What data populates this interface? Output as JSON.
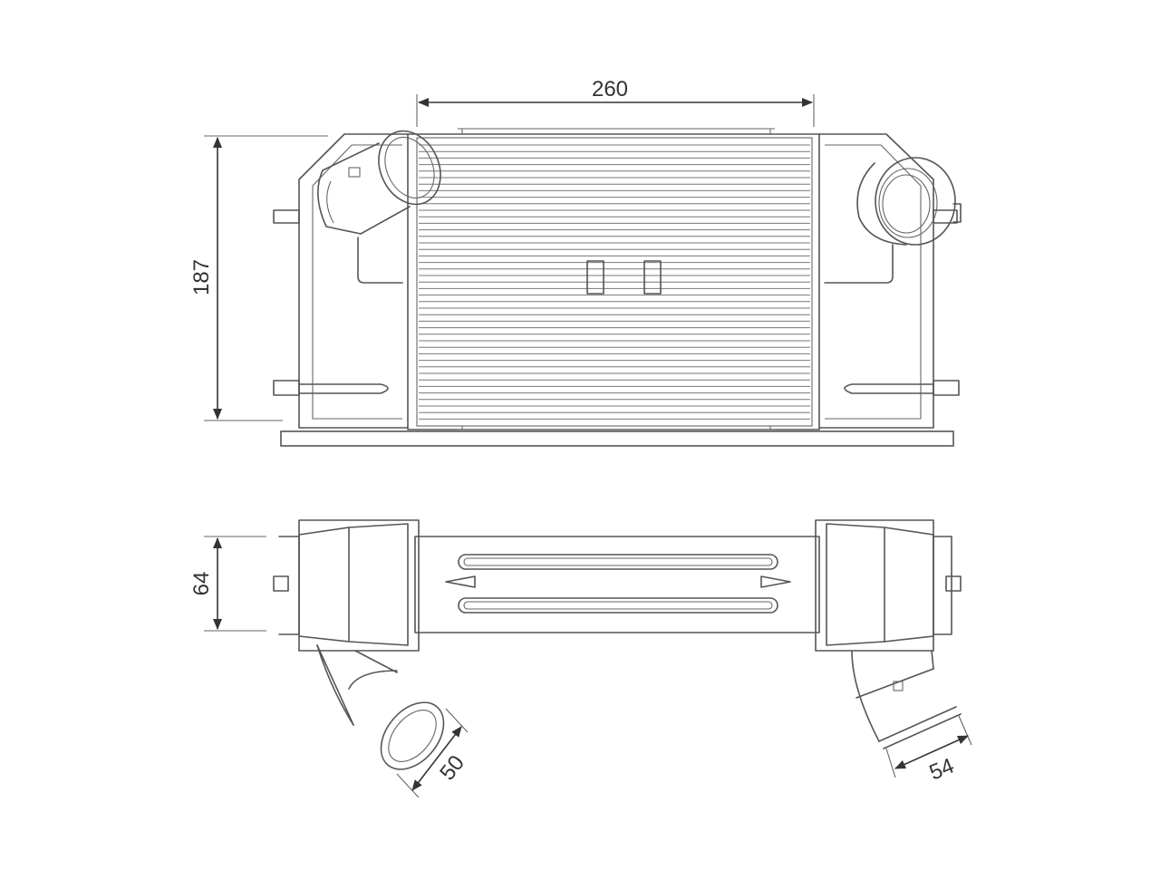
{
  "dimensions": {
    "width": "260",
    "height": "187",
    "depth": "64",
    "inlet_diameter": "50",
    "outlet_diameter": "54"
  },
  "colors": {
    "line": "#555555",
    "dimension": "#333333",
    "background": "#ffffff"
  }
}
